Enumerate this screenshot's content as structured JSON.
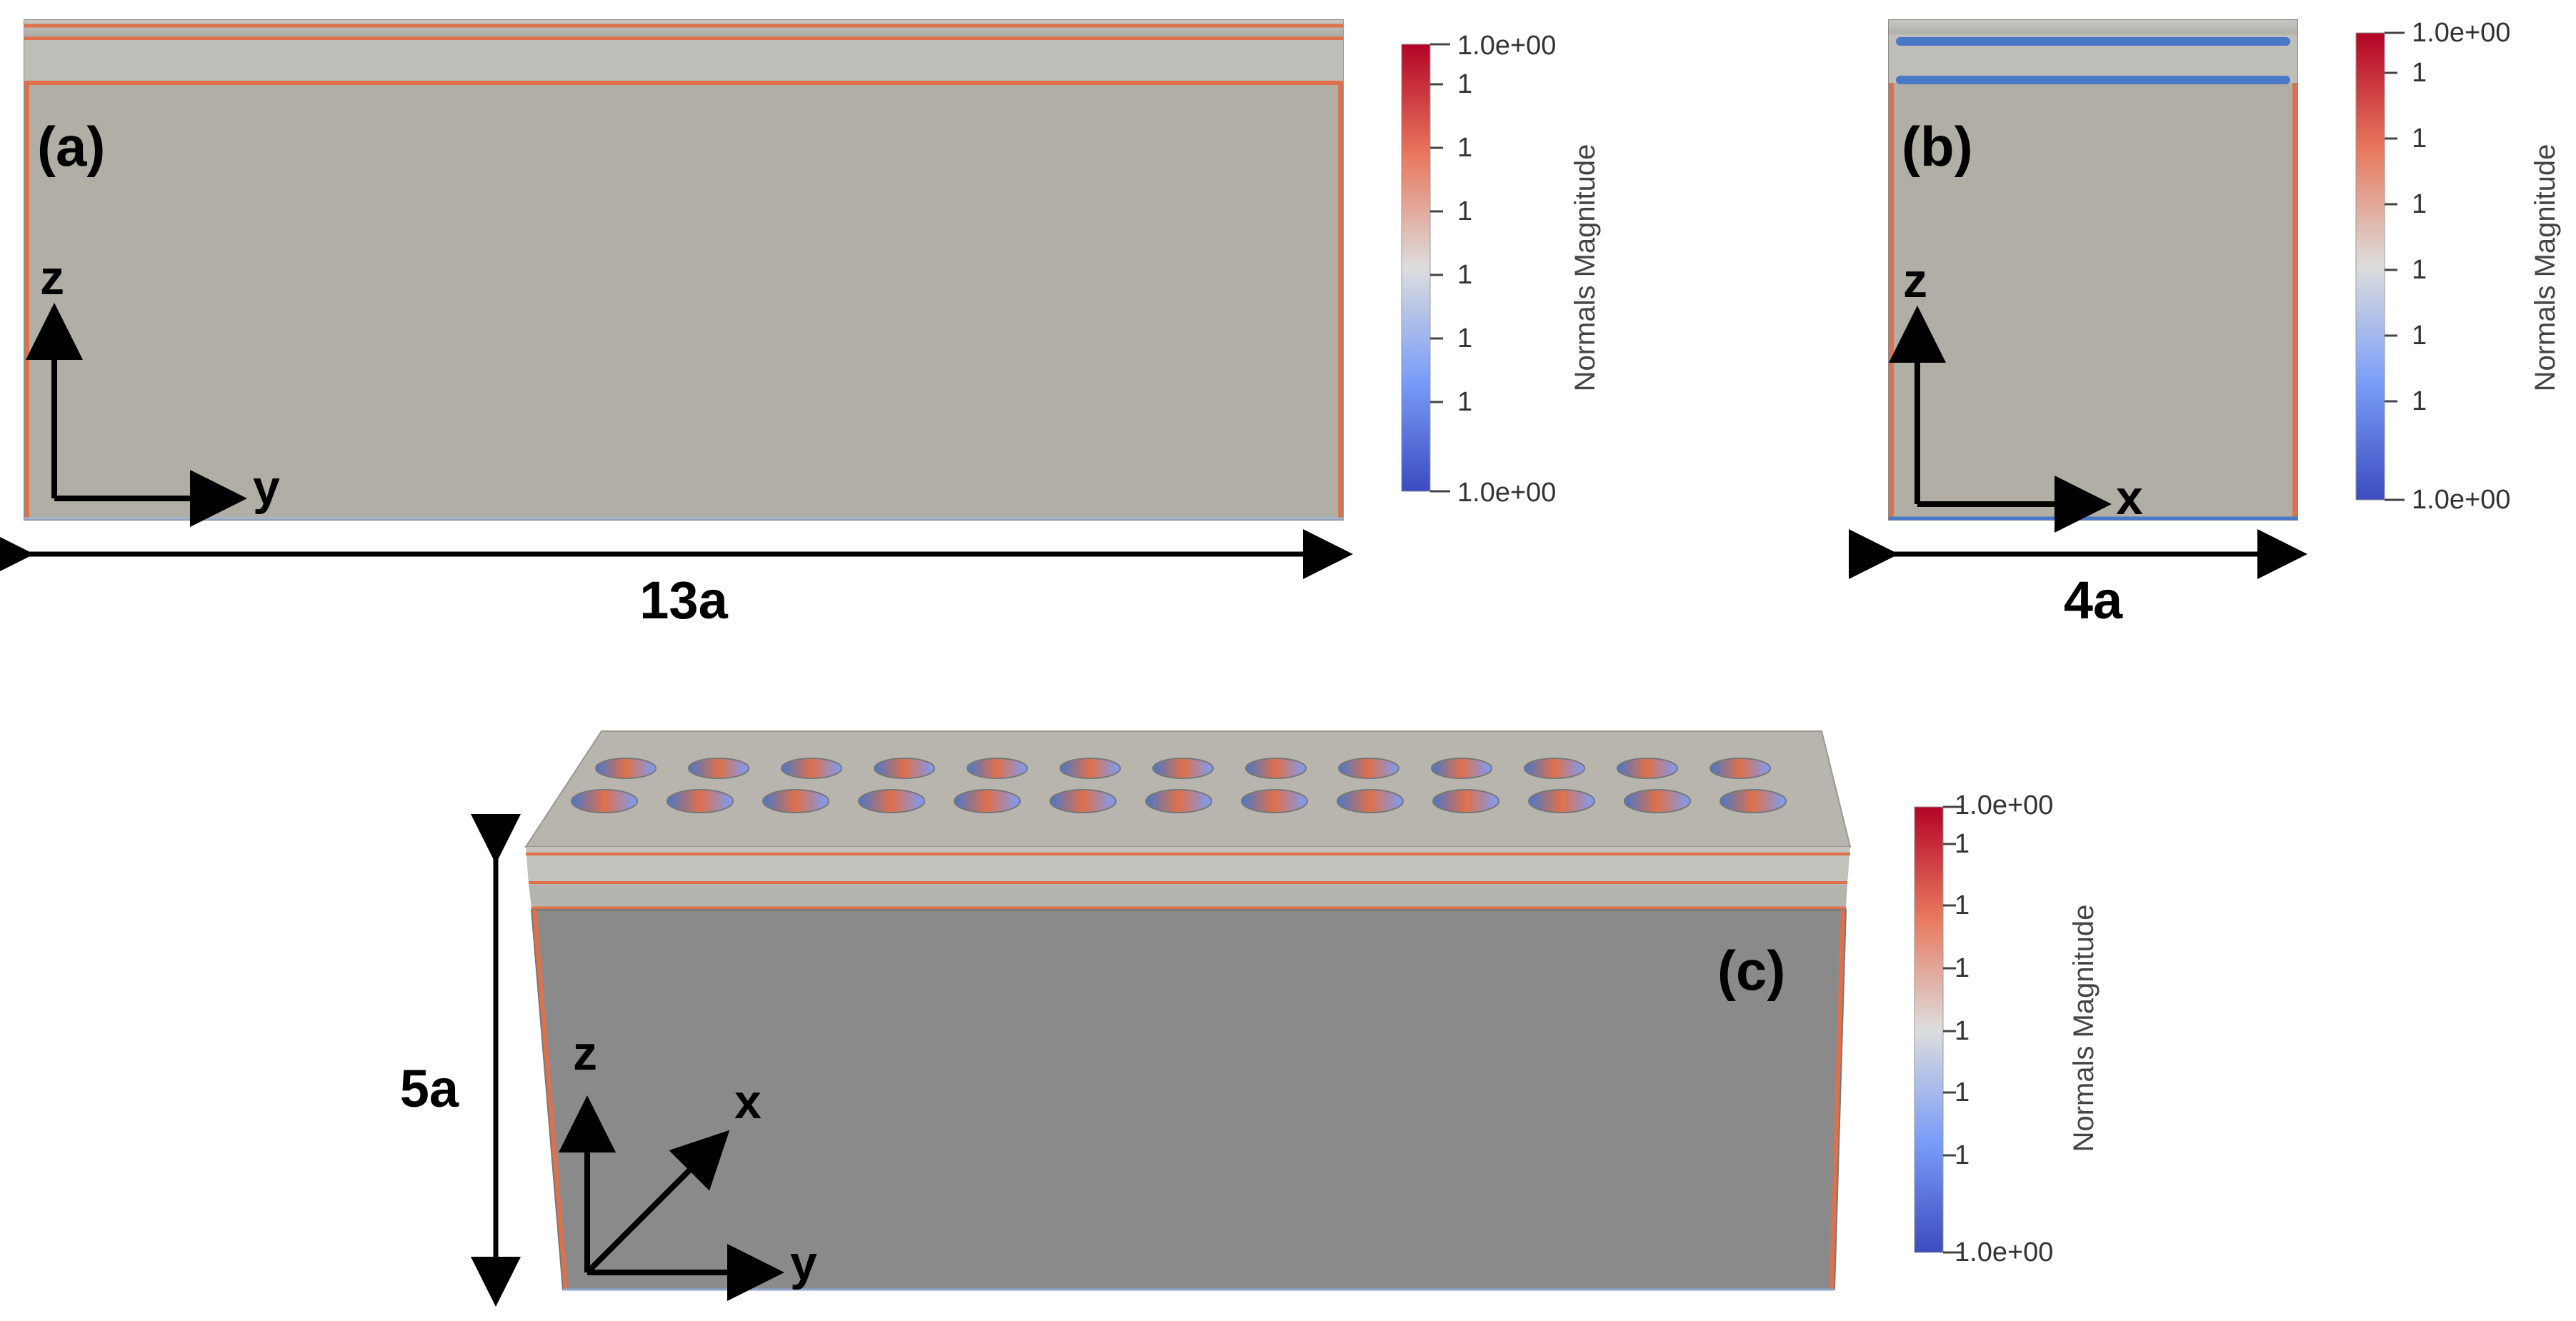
{
  "panels": {
    "a": {
      "label": "(a)",
      "axis_vertical": "z",
      "axis_horizontal": "y",
      "dimension": "13a"
    },
    "b": {
      "label": "(b)",
      "axis_vertical": "z",
      "axis_horizontal": "x",
      "dimension": "4a"
    },
    "c": {
      "label": "(c)",
      "axis_vertical": "z",
      "axis_depth": "x",
      "axis_horizontal": "y",
      "dimension": "5a"
    }
  },
  "colorbar": {
    "title": "Normals Magnitude",
    "max_label": "1.0e+00",
    "min_label": "1.0e+00",
    "tick_labels": [
      "1",
      "1",
      "1",
      "1",
      "1",
      "1",
      "1"
    ],
    "colormap": [
      "#b40426",
      "#e8795e",
      "#dddddd",
      "#7a9df8",
      "#3b4cc0"
    ]
  },
  "colors": {
    "surface_light": "#b1aea6",
    "surface_dark": "#8a8a8a",
    "edge": "#e0704a",
    "edge_blue": "#4a78c8"
  }
}
